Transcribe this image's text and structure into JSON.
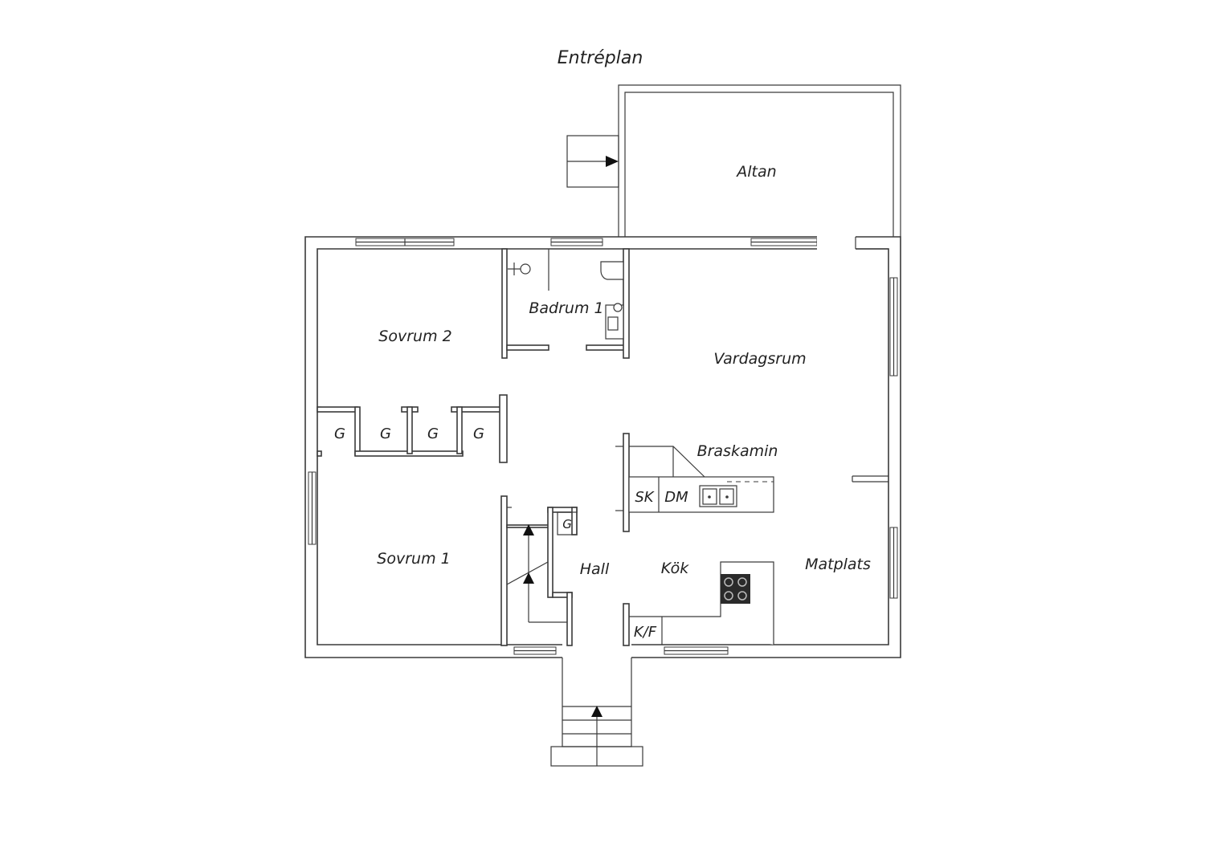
{
  "plan": {
    "title": "Entréplan",
    "rooms": {
      "altan": "Altan",
      "badrum1": "Badrum 1",
      "sovrum2": "Sovrum 2",
      "vardagsrum": "Vardagsrum",
      "braskamin": "Braskamin",
      "sovrum1": "Sovrum 1",
      "hall": "Hall",
      "kok": "Kök",
      "matplats": "Matplats"
    },
    "closets": {
      "g1": "G",
      "g2": "G",
      "g3": "G",
      "g4": "G",
      "g5": "G"
    },
    "appliances": {
      "sk": "SK",
      "dm": "DM",
      "kf": "K/F"
    }
  }
}
